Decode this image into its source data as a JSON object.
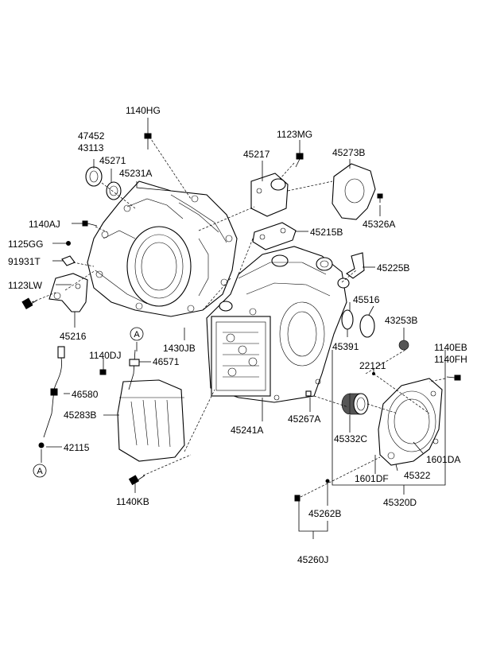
{
  "diagram": {
    "parts": [
      {
        "id": "p1140HG",
        "text": "1140HG"
      },
      {
        "id": "p47452",
        "text": "47452"
      },
      {
        "id": "p43113",
        "text": "43113"
      },
      {
        "id": "p45271",
        "text": "45271"
      },
      {
        "id": "p45231A",
        "text": "45231A"
      },
      {
        "id": "p1123MG",
        "text": "1123MG"
      },
      {
        "id": "p45217",
        "text": "45217"
      },
      {
        "id": "p45273B",
        "text": "45273B"
      },
      {
        "id": "p1140AJ",
        "text": "1140AJ"
      },
      {
        "id": "p45326A",
        "text": "45326A"
      },
      {
        "id": "p45215B",
        "text": "45215B"
      },
      {
        "id": "p1125GG",
        "text": "1125GG"
      },
      {
        "id": "p91931T",
        "text": "91931T"
      },
      {
        "id": "p45225B",
        "text": "45225B"
      },
      {
        "id": "p1123LW",
        "text": "1123LW"
      },
      {
        "id": "p45516",
        "text": "45516"
      },
      {
        "id": "p45216",
        "text": "45216"
      },
      {
        "id": "p43253B",
        "text": "43253B"
      },
      {
        "id": "p1430JB",
        "text": "1430JB"
      },
      {
        "id": "p45391",
        "text": "45391"
      },
      {
        "id": "p1140EB",
        "text": "1140EB"
      },
      {
        "id": "p1140DJ",
        "text": "1140DJ"
      },
      {
        "id": "p1140FH",
        "text": "1140FH"
      },
      {
        "id": "p46571",
        "text": "46571"
      },
      {
        "id": "p22121",
        "text": "22121"
      },
      {
        "id": "p46580",
        "text": "46580"
      },
      {
        "id": "p45283B",
        "text": "45283B"
      },
      {
        "id": "p45267A",
        "text": "45267A"
      },
      {
        "id": "p45241A",
        "text": "45241A"
      },
      {
        "id": "p45332C",
        "text": "45332C"
      },
      {
        "id": "p42115",
        "text": "42115"
      },
      {
        "id": "p1601DA",
        "text": "1601DA"
      },
      {
        "id": "p1601DF",
        "text": "1601DF"
      },
      {
        "id": "p45322",
        "text": "45322"
      },
      {
        "id": "p1140KB",
        "text": "1140KB"
      },
      {
        "id": "p45320D",
        "text": "45320D"
      },
      {
        "id": "p45262B",
        "text": "45262B"
      },
      {
        "id": "p45260J",
        "text": "45260J"
      }
    ],
    "reference_markers": [
      {
        "id": "refA_top",
        "text": "A"
      },
      {
        "id": "refA_bottom",
        "text": "A"
      }
    ]
  }
}
